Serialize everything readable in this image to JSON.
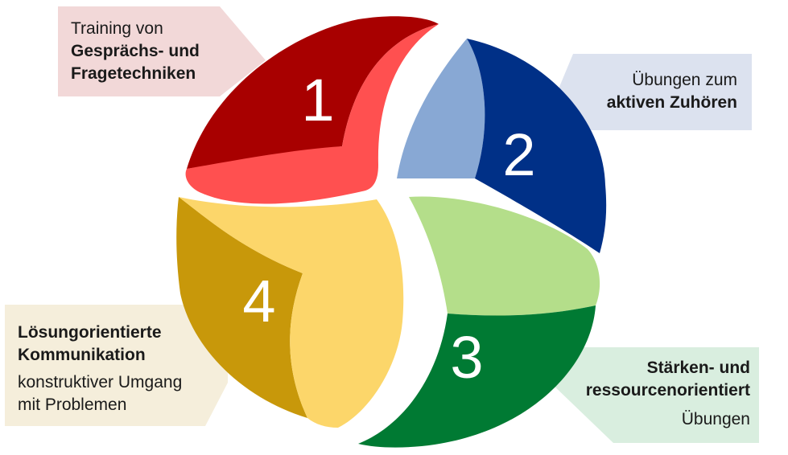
{
  "colors": {
    "seg1_dark": "#A80000",
    "seg1_light": "#FF5050",
    "seg2_dark": "#003087",
    "seg2_light": "#88A8D4",
    "seg3_dark": "#007A33",
    "seg3_light": "#B4DE8A",
    "seg4_dark": "#C8980A",
    "seg4_light": "#FCD66A",
    "callout1_bg": "#F2D8D8",
    "callout2_bg": "#DCE2EF",
    "callout3_bg": "#D9EEDF",
    "callout4_bg": "#F5EEDB"
  },
  "segments": [
    {
      "number": "1"
    },
    {
      "number": "2"
    },
    {
      "number": "3"
    },
    {
      "number": "4"
    }
  ],
  "callouts": {
    "c1": {
      "line1": "Training von",
      "line2": "Gesprächs- und",
      "line3": "Fragetechniken"
    },
    "c2": {
      "line1": "Übungen zum",
      "line2": "aktiven Zuhören"
    },
    "c3": {
      "line1": "Stärken- und",
      "line2": "ressourcenorientiert",
      "line3": "Übungen"
    },
    "c4": {
      "line1": "Lösungorientierte",
      "line2": "Kommunikation",
      "line3": "konstruktiver Umgang",
      "line4": "mit Problemen"
    }
  }
}
